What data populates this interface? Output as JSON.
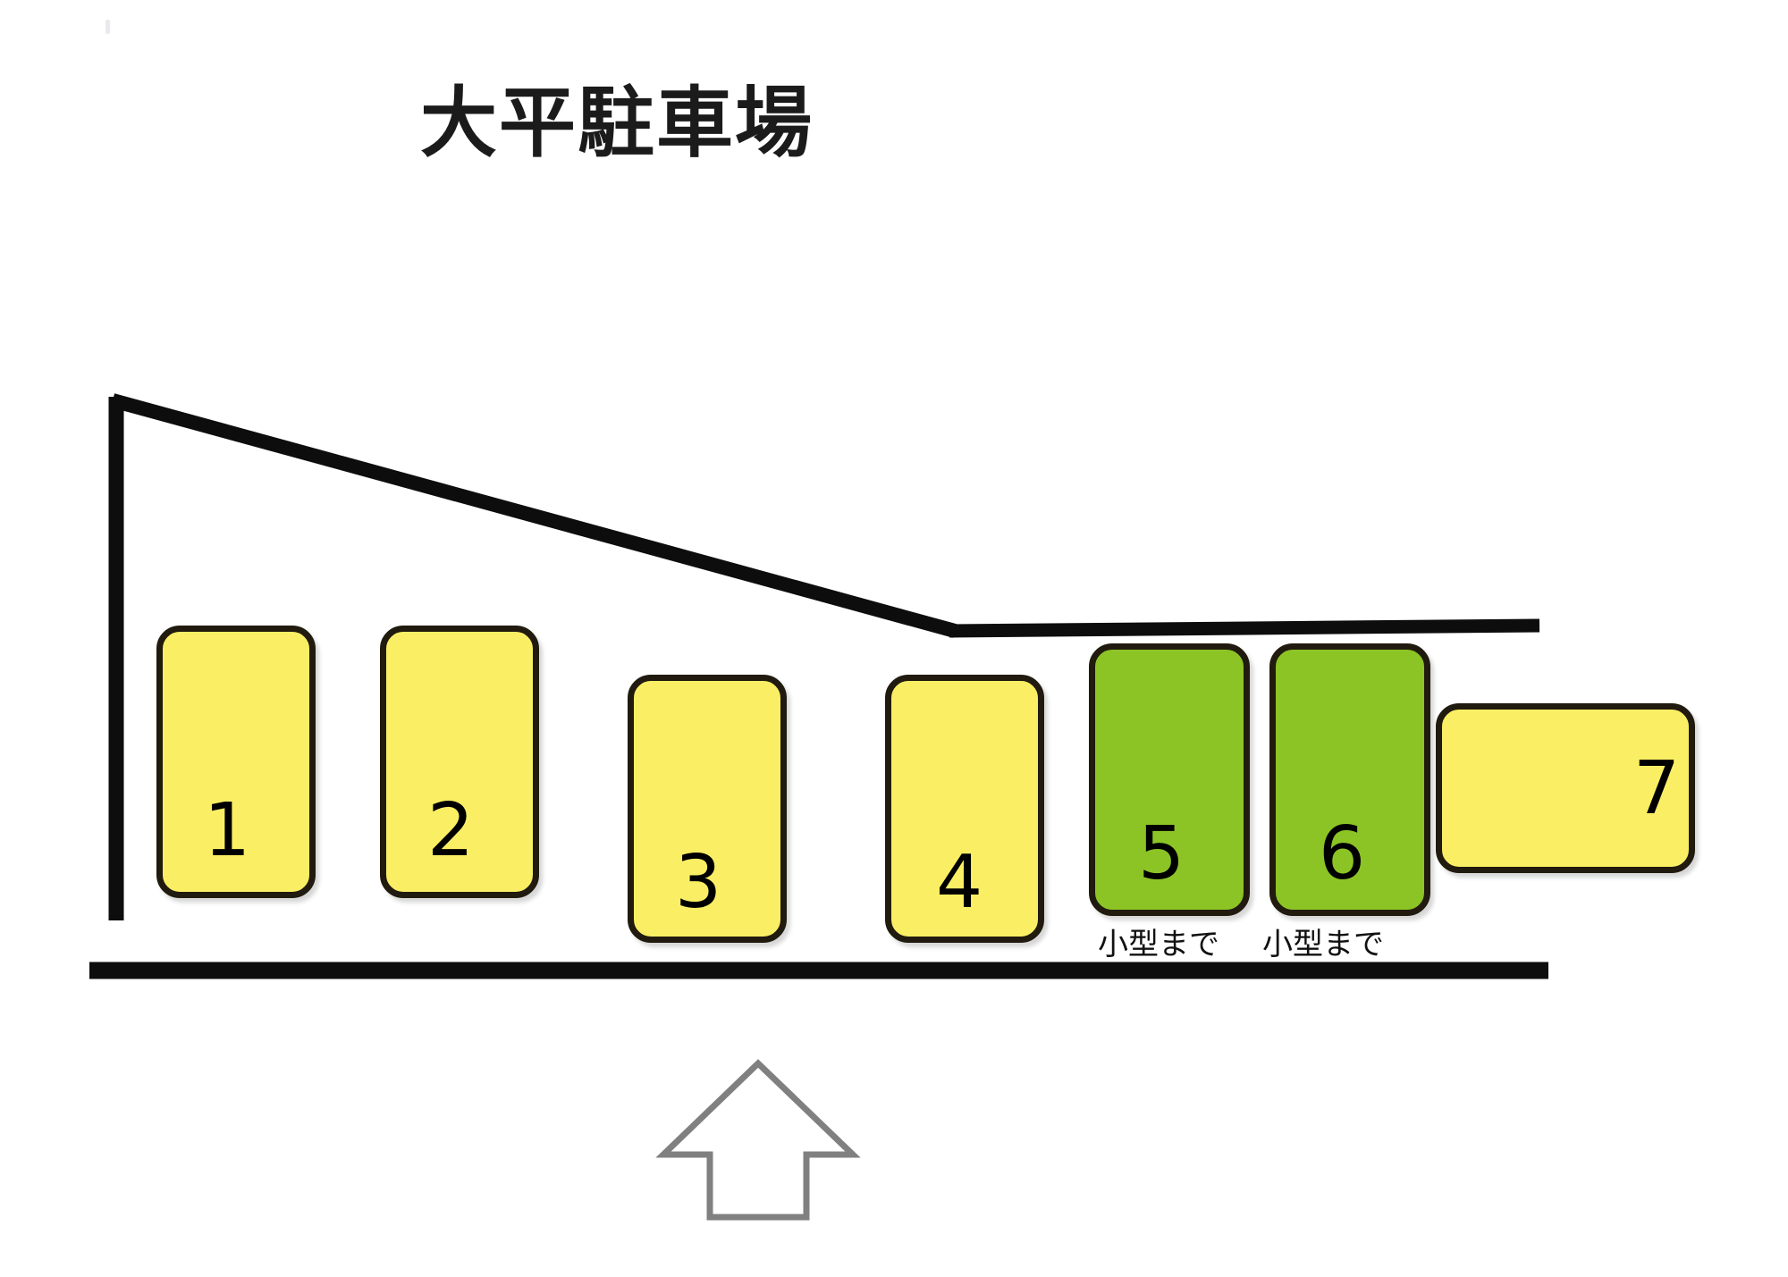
{
  "title": {
    "text": "大平駐車場"
  },
  "palette": {
    "stall_yellow": "#FAEF64",
    "stall_green": "#8CC425",
    "stall_border": "#211A0E",
    "wall_black": "#0D0D0D",
    "arrow_stroke": "#808080",
    "arrow_fill": "#FFFFFF",
    "background": "#FFFFFF"
  },
  "stalls": [
    {
      "id": "1",
      "number": "1",
      "color_name": "yellow",
      "note": ""
    },
    {
      "id": "2",
      "number": "2",
      "color_name": "yellow",
      "note": ""
    },
    {
      "id": "3",
      "number": "3",
      "color_name": "yellow",
      "note": ""
    },
    {
      "id": "4",
      "number": "4",
      "color_name": "yellow",
      "note": ""
    },
    {
      "id": "5",
      "number": "5",
      "color_name": "green",
      "note": "小型まで"
    },
    {
      "id": "6",
      "number": "6",
      "color_name": "green",
      "note": "小型まで"
    },
    {
      "id": "7",
      "number": "7",
      "color_name": "yellow",
      "note": ""
    }
  ],
  "notes": {
    "stall5": "小型まで",
    "stall6": "小型まで"
  },
  "entrance": {
    "icon": "up-arrow-icon",
    "label": ""
  }
}
